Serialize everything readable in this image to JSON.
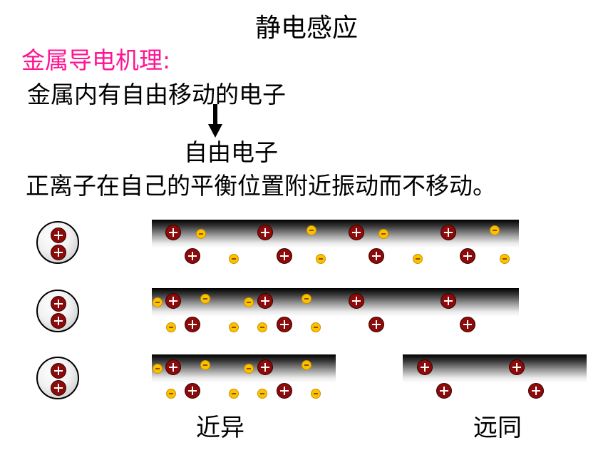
{
  "title": "静电感应",
  "mechanism_heading": "金属导电机理:",
  "line1": "金属内有自由移动的电子",
  "line2": "自由电子",
  "line3": "正离子在自己的平衡位置附近振动而不移动。",
  "label_near": "近异",
  "label_far": "远同",
  "colors": {
    "heading": "#ff1493",
    "positive_ion": "#8b0a0a",
    "electron": "#ffc000"
  }
}
